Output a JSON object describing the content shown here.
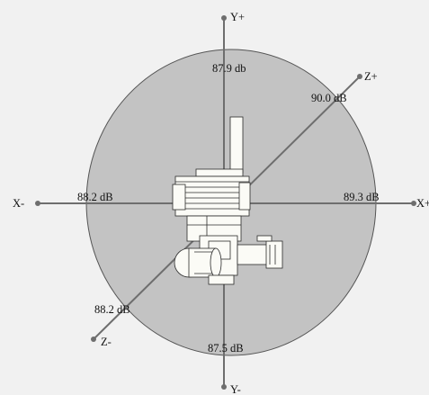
{
  "colors": {
    "background": "#f1f1f1",
    "sound_field_fill": "#c3c3c3",
    "sound_field_stroke": "#555555",
    "axis": "#6e6e6e",
    "engine_body": "#fbfbf6",
    "engine_line": "#2b2b2b"
  },
  "axes": {
    "y_plus": "Y+",
    "y_minus": "Y-",
    "x_plus": "X+",
    "x_minus": "X-",
    "z_plus": "Z+",
    "z_minus": "Z-"
  },
  "measurements": {
    "y_plus": "87.9 db",
    "z_plus": "90.0 dB",
    "x_minus": "88.2 dB",
    "x_plus": "89.3 dB",
    "z_minus": "88.2 dB",
    "y_minus": "87.5 dB"
  },
  "icons": [
    "engine-icon"
  ]
}
